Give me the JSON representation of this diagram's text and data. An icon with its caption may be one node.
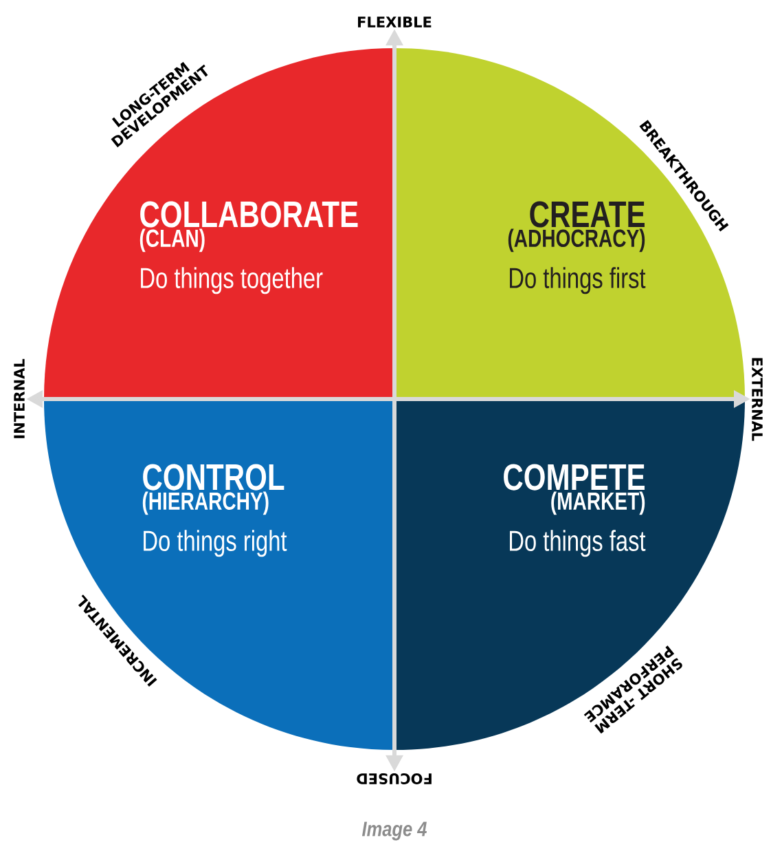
{
  "diagram": {
    "caption": "Image 4",
    "nodes": [
      {
        "text": [
          "FLEXIBLE"
        ]
      },
      {
        "text": [
          "COLLABORATE",
          "(CLAN)",
          "Do things together"
        ]
      },
      {
        "text": [
          "CREATE",
          "(ADHOCRACY)",
          "Do things first"
        ]
      },
      {
        "text": [
          "INTERNAL"
        ]
      },
      {
        "text": [
          "EXTERNAL"
        ]
      },
      {
        "text": [
          "CONTROL",
          "(HIERARCHY)",
          "Do things right"
        ]
      },
      {
        "text": [
          "COMPETE",
          "(MARKET)",
          "Do things fast"
        ]
      },
      {
        "text": [
          "FOCUSED"
        ]
      }
    ],
    "edges": [
      {
        "from": 0,
        "to": 7,
        "arrow": "both"
      },
      {
        "from": 3,
        "to": 4,
        "arrow": "both"
      }
    ],
    "labels": [
      "LONG-TERM DEVELOPMENT",
      "BREAKTHROUGH",
      "INCREMENTAL",
      "SHORT -TERM PERFORAMCE"
    ]
  }
}
